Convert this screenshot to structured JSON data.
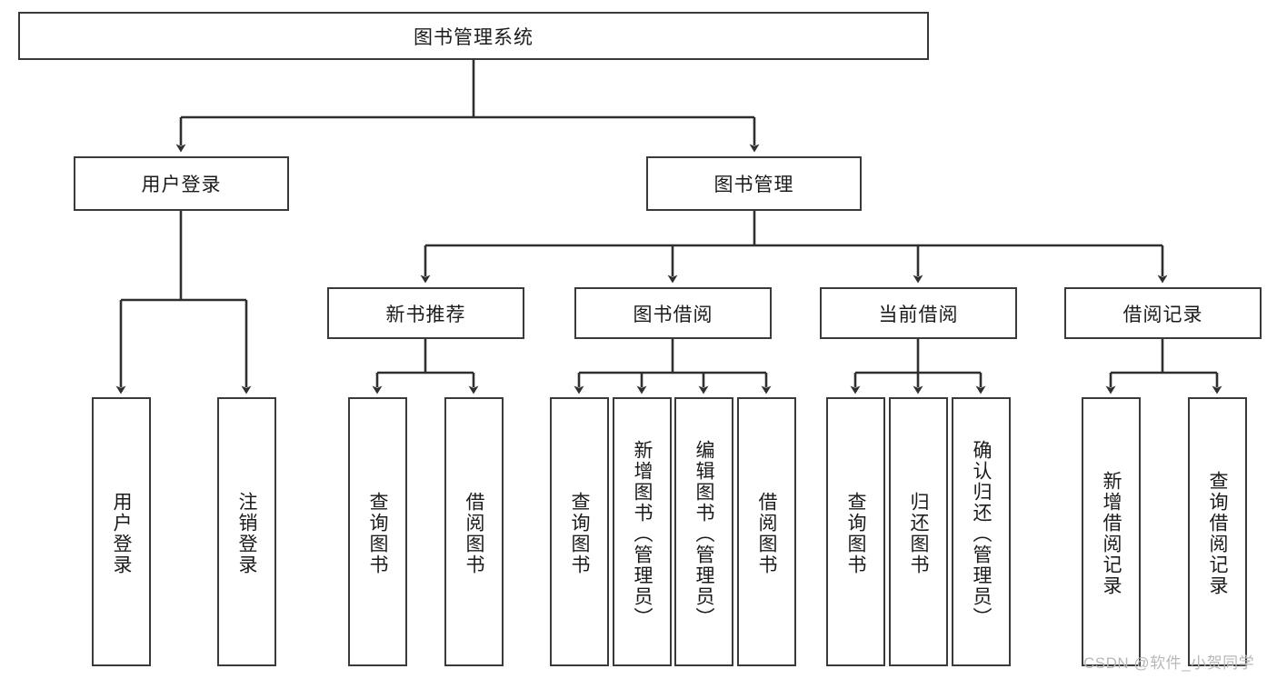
{
  "diagram": {
    "type": "tree-hierarchy",
    "title": "图书管理系统",
    "orientation": "top-down",
    "edge_style": "orthogonal-arrow",
    "colors": {
      "box_border": "#3a3a3a",
      "box_fill": "#ffffff",
      "edge": "#2f2f2f",
      "text": "#1b1b1b",
      "watermark": "#b8b8b8",
      "background": "#ffffff"
    }
  },
  "watermark": {
    "text": "CSDN @软件_小贺同学"
  },
  "nodes": {
    "root": {
      "label": "图书管理系统",
      "level": 1
    },
    "l2": [
      {
        "id": "user-login",
        "label": "用户登录",
        "level": 2
      },
      {
        "id": "book-manage",
        "label": "图书管理",
        "level": 2
      }
    ],
    "l3": [
      {
        "id": "new-book-recommend",
        "label": "新书推荐",
        "level": 3,
        "parent": "book-manage"
      },
      {
        "id": "book-borrow",
        "label": "图书借阅",
        "level": 3,
        "parent": "book-manage"
      },
      {
        "id": "current-borrow",
        "label": "当前借阅",
        "level": 3,
        "parent": "book-manage"
      },
      {
        "id": "borrow-record",
        "label": "借阅记录",
        "level": 3,
        "parent": "book-manage"
      }
    ],
    "leaves": [
      {
        "id": "leaf-user-login",
        "label": "用户登录",
        "parent": "user-login"
      },
      {
        "id": "leaf-logout-login",
        "label": "注销登录",
        "parent": "user-login"
      },
      {
        "id": "leaf-query-book-1",
        "label": "查询图书",
        "parent": "new-book-recommend"
      },
      {
        "id": "leaf-borrow-book-1",
        "label": "借阅图书",
        "parent": "new-book-recommend"
      },
      {
        "id": "leaf-query-book-2",
        "label": "查询图书",
        "parent": "book-borrow"
      },
      {
        "id": "leaf-add-book",
        "label": "新增图书（管理员）",
        "parent": "book-borrow"
      },
      {
        "id": "leaf-edit-book",
        "label": "编辑图书（管理员）",
        "parent": "book-borrow"
      },
      {
        "id": "leaf-borrow-book-2",
        "label": "借阅图书",
        "parent": "book-borrow"
      },
      {
        "id": "leaf-query-book-3",
        "label": "查询图书",
        "parent": "current-borrow"
      },
      {
        "id": "leaf-return-book",
        "label": "归还图书",
        "parent": "current-borrow"
      },
      {
        "id": "leaf-confirm-return",
        "label": "确认归还（管理员）",
        "parent": "current-borrow"
      },
      {
        "id": "leaf-add-record",
        "label": "新增借阅记录",
        "parent": "borrow-record"
      },
      {
        "id": "leaf-query-record",
        "label": "查询借阅记录",
        "parent": "borrow-record"
      }
    ]
  }
}
